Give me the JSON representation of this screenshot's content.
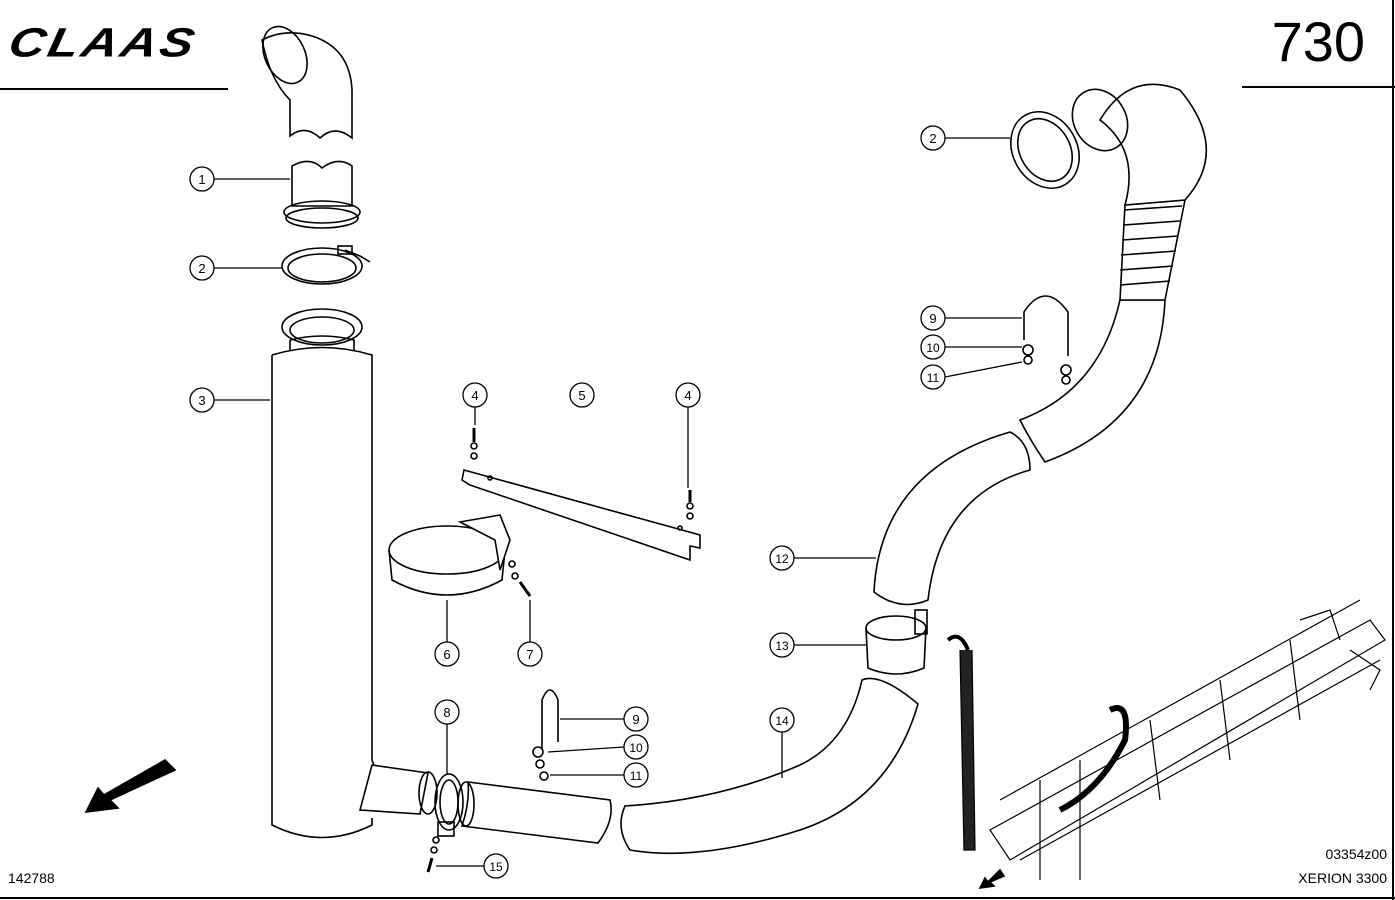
{
  "header": {
    "brand": "CLAAS",
    "page_number": "730"
  },
  "footer": {
    "drawing_id": "142788",
    "image_code": "03354z00",
    "model": "XERION 3300"
  },
  "callouts": [
    "1",
    "2",
    "3",
    "4",
    "5",
    "4",
    "6",
    "7",
    "8",
    "9",
    "10",
    "11",
    "15",
    "12",
    "13",
    "14",
    "2",
    "9",
    "10",
    "11"
  ],
  "colors": {
    "ink": "#000000",
    "paper": "#ffffff",
    "frame_fill": "#222222"
  }
}
